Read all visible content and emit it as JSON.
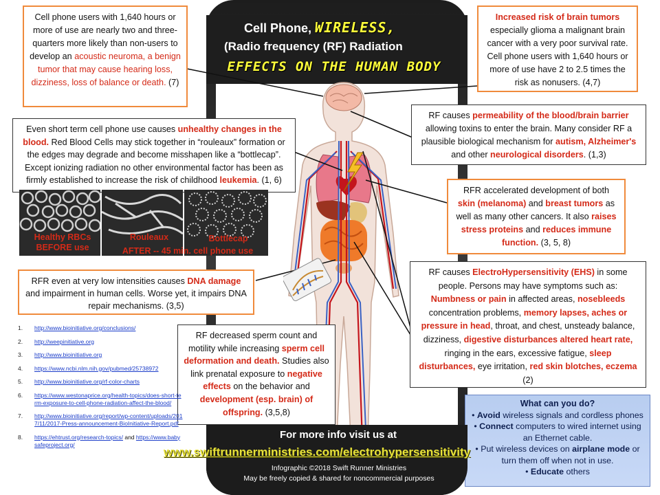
{
  "title": {
    "line1_a": "Cell Phone,",
    "line1_b": "WIRELESS,",
    "line2": "(Radio frequency  (RF) Radiation",
    "line3": "EFFECTS ON THE HUMAN BODY"
  },
  "box_neuroma": {
    "t1": "Cell phone users with 1,640 hours or more of use are nearly two and three-quarters more likely than non-users to develop an ",
    "t2": "acoustic neuroma, a benign tumor that  may cause hearing loss, dizziness, loss of balance or death.",
    "t3": " (7)"
  },
  "box_brain_tumor": {
    "t1": "Increased risk of brain tumors",
    "t2": " especially glioma  a malignant brain cancer with a very poor survival rate. Cell phone users with 1,640 hours or more of use  have 2 to 2.5 times the risk as nonusers. (4,7)"
  },
  "box_blood": {
    "t1": "Even short term cell phone use causes ",
    "t2": "unhealthy changes  in the blood.",
    "t3": " Red Blood Cells  may stick together in “rouleaux” formation or the edges may degrade and become misshapen like a “bottlecap”. Except ionizing radiation no other environmental factor has been as firmly established to increase the risk of childhood ",
    "t4": "leukemia",
    "t5": ". (1, 6)"
  },
  "box_bbb": {
    "t1": "RF causes ",
    "t2": "permeability of the blood/brain barrier",
    "t3": " allowing  toxins to enter the brain. Many consider RF a plausible biological mechanism for ",
    "t4": "autism, Alzheimer's",
    "t5": " and other ",
    "t6": "neurological disorders",
    "t7": ".  (1,3)"
  },
  "box_skin": {
    "t1": "RFR accelerated development of both ",
    "t2": "skin (melanoma)",
    "t3": " and ",
    "t4": "breast tumors",
    "t5": " as well as many other cancers. It also ",
    "t6": "raises stress proteins",
    "t7": " and ",
    "t8": "reduces immune function.",
    "t9": " (3, 5, 8)"
  },
  "rbc": {
    "healthy": "Healthy RBCs BEFORE use",
    "rouleaux": "Rouleaux",
    "bottlecap": "Bottlecap",
    "after": "AFTER -- 45 min. cell phone use"
  },
  "box_dna": {
    "t1": "RFR  even at very low intensities causes ",
    "t2": "DNA damage",
    "t3": " and impairment in human cells. Worse yet, it impairs DNA repair mechanisms.  (3,5)"
  },
  "box_ehs": {
    "t1": "RF causes ",
    "t2": "ElectroHypersensitivity (EHS)",
    "t3": " in some people. Persons may have symptoms such as: ",
    "t4": "Numbness or pain",
    "t5": " in affected areas, ",
    "t6": "nosebleeds",
    "t7": " concentration problems, ",
    "t8": "memory lapses, aches or pressure in head",
    "t9": ", throat, and chest, unsteady balance, dizziness, ",
    "t10": "digestive disturbances altered heart rate,",
    "t11": " ringing in the ears, excessive fatigue,  ",
    "t12": "sleep disturbances,",
    "t13": " eye irritation, ",
    "t14": "red skin blotches, eczema",
    "t15": " (2)"
  },
  "box_sperm": {
    "t1": "RF  decreased sperm count and motility while increasing ",
    "t2": "sperm cell deformation and death.",
    "t3": "  Studies also link prenatal exposure to ",
    "t4": "negative effects",
    "t5": " on the behavior and ",
    "t6": "development (esp. brain) of offspring.",
    "t7": "  (3,5,8)"
  },
  "refs": [
    {
      "num": "1.",
      "url": "http://www.bioinitiative.org/conclusions/"
    },
    {
      "num": "2.",
      "url": "http://weepinitiative.org"
    },
    {
      "num": "3.",
      "url": "http://www.bioinitiative.org"
    },
    {
      "num": "4.",
      "url": "https://www.ncbi.nlm.nih.gov/pubmed/25738972"
    },
    {
      "num": "5.",
      "url": "http://www.bioinitiative.org/rf-color-charts"
    },
    {
      "num": "6.",
      "url": "https://www.westonaprice.org/health-topics/does-short-term-exposure-to-cell-phone-radiation-affect-the-blood/"
    },
    {
      "num": "7.",
      "url": "http://www.bioinitiative.org/report/wp-content/uploads/2017/11/2017-Press-announcement-BioInitiative-Report.pdf"
    },
    {
      "num": "8.",
      "url": "https://ehtrust.org/research-topics/",
      "url2": " and ",
      "url3": "https://www.babysafeproject.org/"
    }
  ],
  "what_can_you_do": {
    "title": "What can you do?",
    "items": [
      {
        "b": "Avoid",
        "t": " wireless signals and cordless phones"
      },
      {
        "b": "Connect",
        "t": " computers to wired internet using an Ethernet cable."
      },
      {
        "b": "",
        "t": "Put wireless devices on ",
        "b2": "airplane mode",
        "t2": " or turn them off when not in use."
      },
      {
        "b": "Educate",
        "t": " others"
      }
    ]
  },
  "footer": {
    "more_info": "For more info  visit us at",
    "url": "www.swiftrunnerministries.com/electrohypersensitivity",
    "credit1": "Infographic  ©2018 Swift Runner Ministries",
    "credit2": "May be freely copied & shared for noncommercial  purposes"
  }
}
